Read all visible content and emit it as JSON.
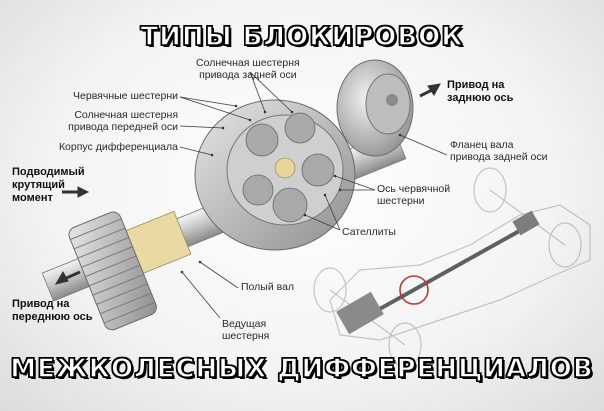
{
  "title_top": "ТИПЫ БЛОКИРОВОК",
  "title_bottom": "МЕЖКОЛЕСНЫХ ДИФФЕРЕНЦИАЛОВ",
  "labels": {
    "sun_gear_rear": [
      "Солнечная шестерня",
      "привода задней оси"
    ],
    "drive_rear": [
      "Привод на",
      "заднюю ось"
    ],
    "worm_gears": "Червячные шестерни",
    "sun_gear_front": [
      "Солнечная шестерня",
      "привода передней оси"
    ],
    "diff_housing": "Корпус дифференциала",
    "rear_flange": [
      "Фланец вала",
      "привода задней оси"
    ],
    "input_torque": [
      "Подводимый",
      "крутящий",
      "момент"
    ],
    "worm_axle": [
      "Ось червячной",
      "шестерни"
    ],
    "satellites": "Сателлиты",
    "hollow_shaft": "Полый вал",
    "drive_front": [
      "Привод на",
      "переднюю ось"
    ],
    "drive_gear": [
      "Ведущая",
      "шестерня"
    ]
  },
  "colors": {
    "title_fill": "#ffffff",
    "title_outline": "#000000",
    "metal": "#bcbcbc",
    "accent_brass": "#d8c27a"
  }
}
